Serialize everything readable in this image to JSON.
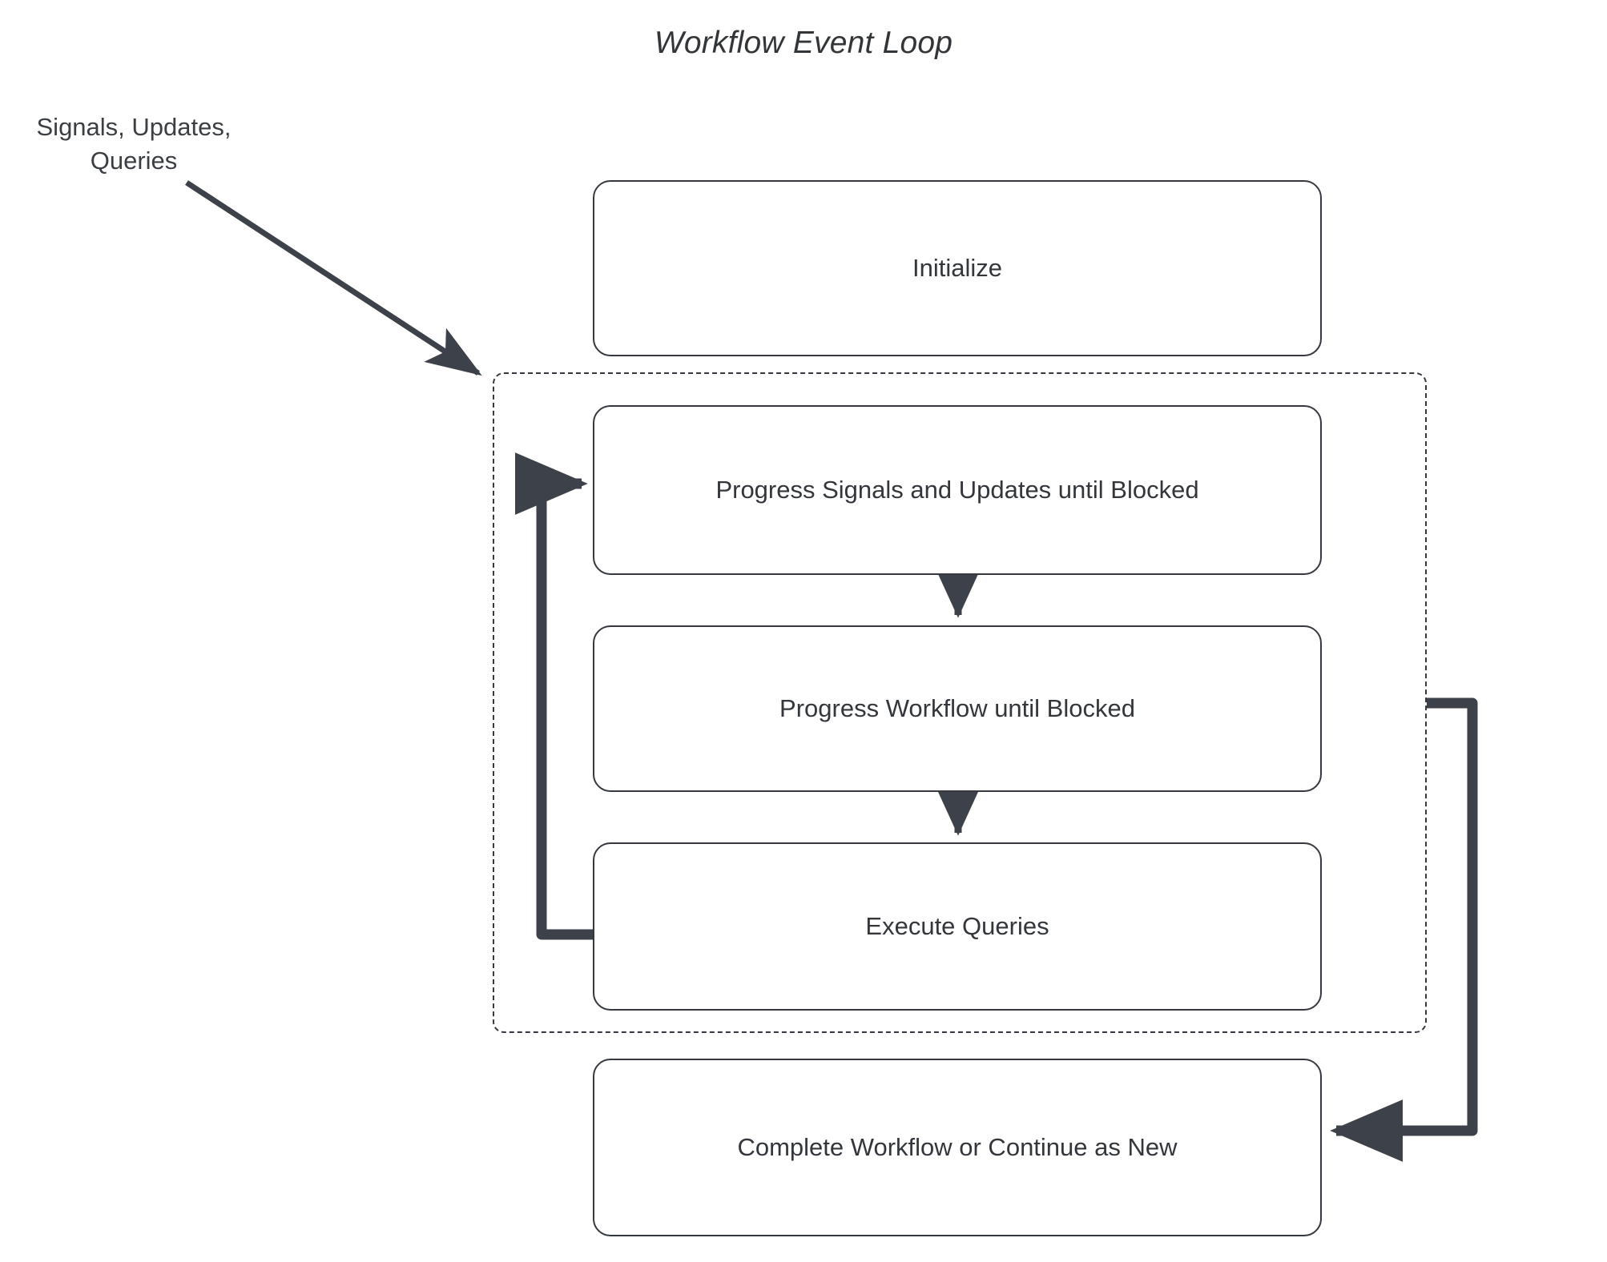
{
  "diagram": {
    "title": "Workflow Event Loop",
    "type": "flowchart",
    "external_input_label": "Signals, Updates,\nQueries",
    "external_input_label_line1": "Signals, Updates,",
    "external_input_label_line2": "Queries",
    "colors": {
      "stroke": "#35393f",
      "text": "#33373c",
      "background": "#ffffff",
      "arrow": "#3d424a"
    },
    "nodes": [
      {
        "id": "initialize",
        "label": "Initialize",
        "inside_loop": false
      },
      {
        "id": "progress-signals",
        "label": "Progress Signals and Updates until Blocked",
        "inside_loop": true
      },
      {
        "id": "progress-workflow",
        "label": "Progress Workflow until Blocked",
        "inside_loop": true
      },
      {
        "id": "execute-queries",
        "label": "Execute Queries",
        "inside_loop": true
      },
      {
        "id": "complete-workflow",
        "label": "Complete Workflow or Continue as New",
        "inside_loop": false
      }
    ],
    "container": {
      "id": "event-loop-container",
      "style": "dashed",
      "label": ""
    },
    "edges": [
      {
        "from": "external-input",
        "to": "event-loop-container",
        "style": "solid-diagonal",
        "label": ""
      },
      {
        "from": "progress-signals",
        "to": "progress-workflow",
        "style": "solid-vertical",
        "label": ""
      },
      {
        "from": "progress-workflow",
        "to": "execute-queries",
        "style": "solid-vertical",
        "label": ""
      },
      {
        "from": "execute-queries",
        "to": "progress-signals",
        "style": "loop-back-left",
        "label": ""
      },
      {
        "from": "event-loop-container",
        "to": "complete-workflow",
        "style": "loop-exit-right",
        "label": ""
      }
    ]
  }
}
